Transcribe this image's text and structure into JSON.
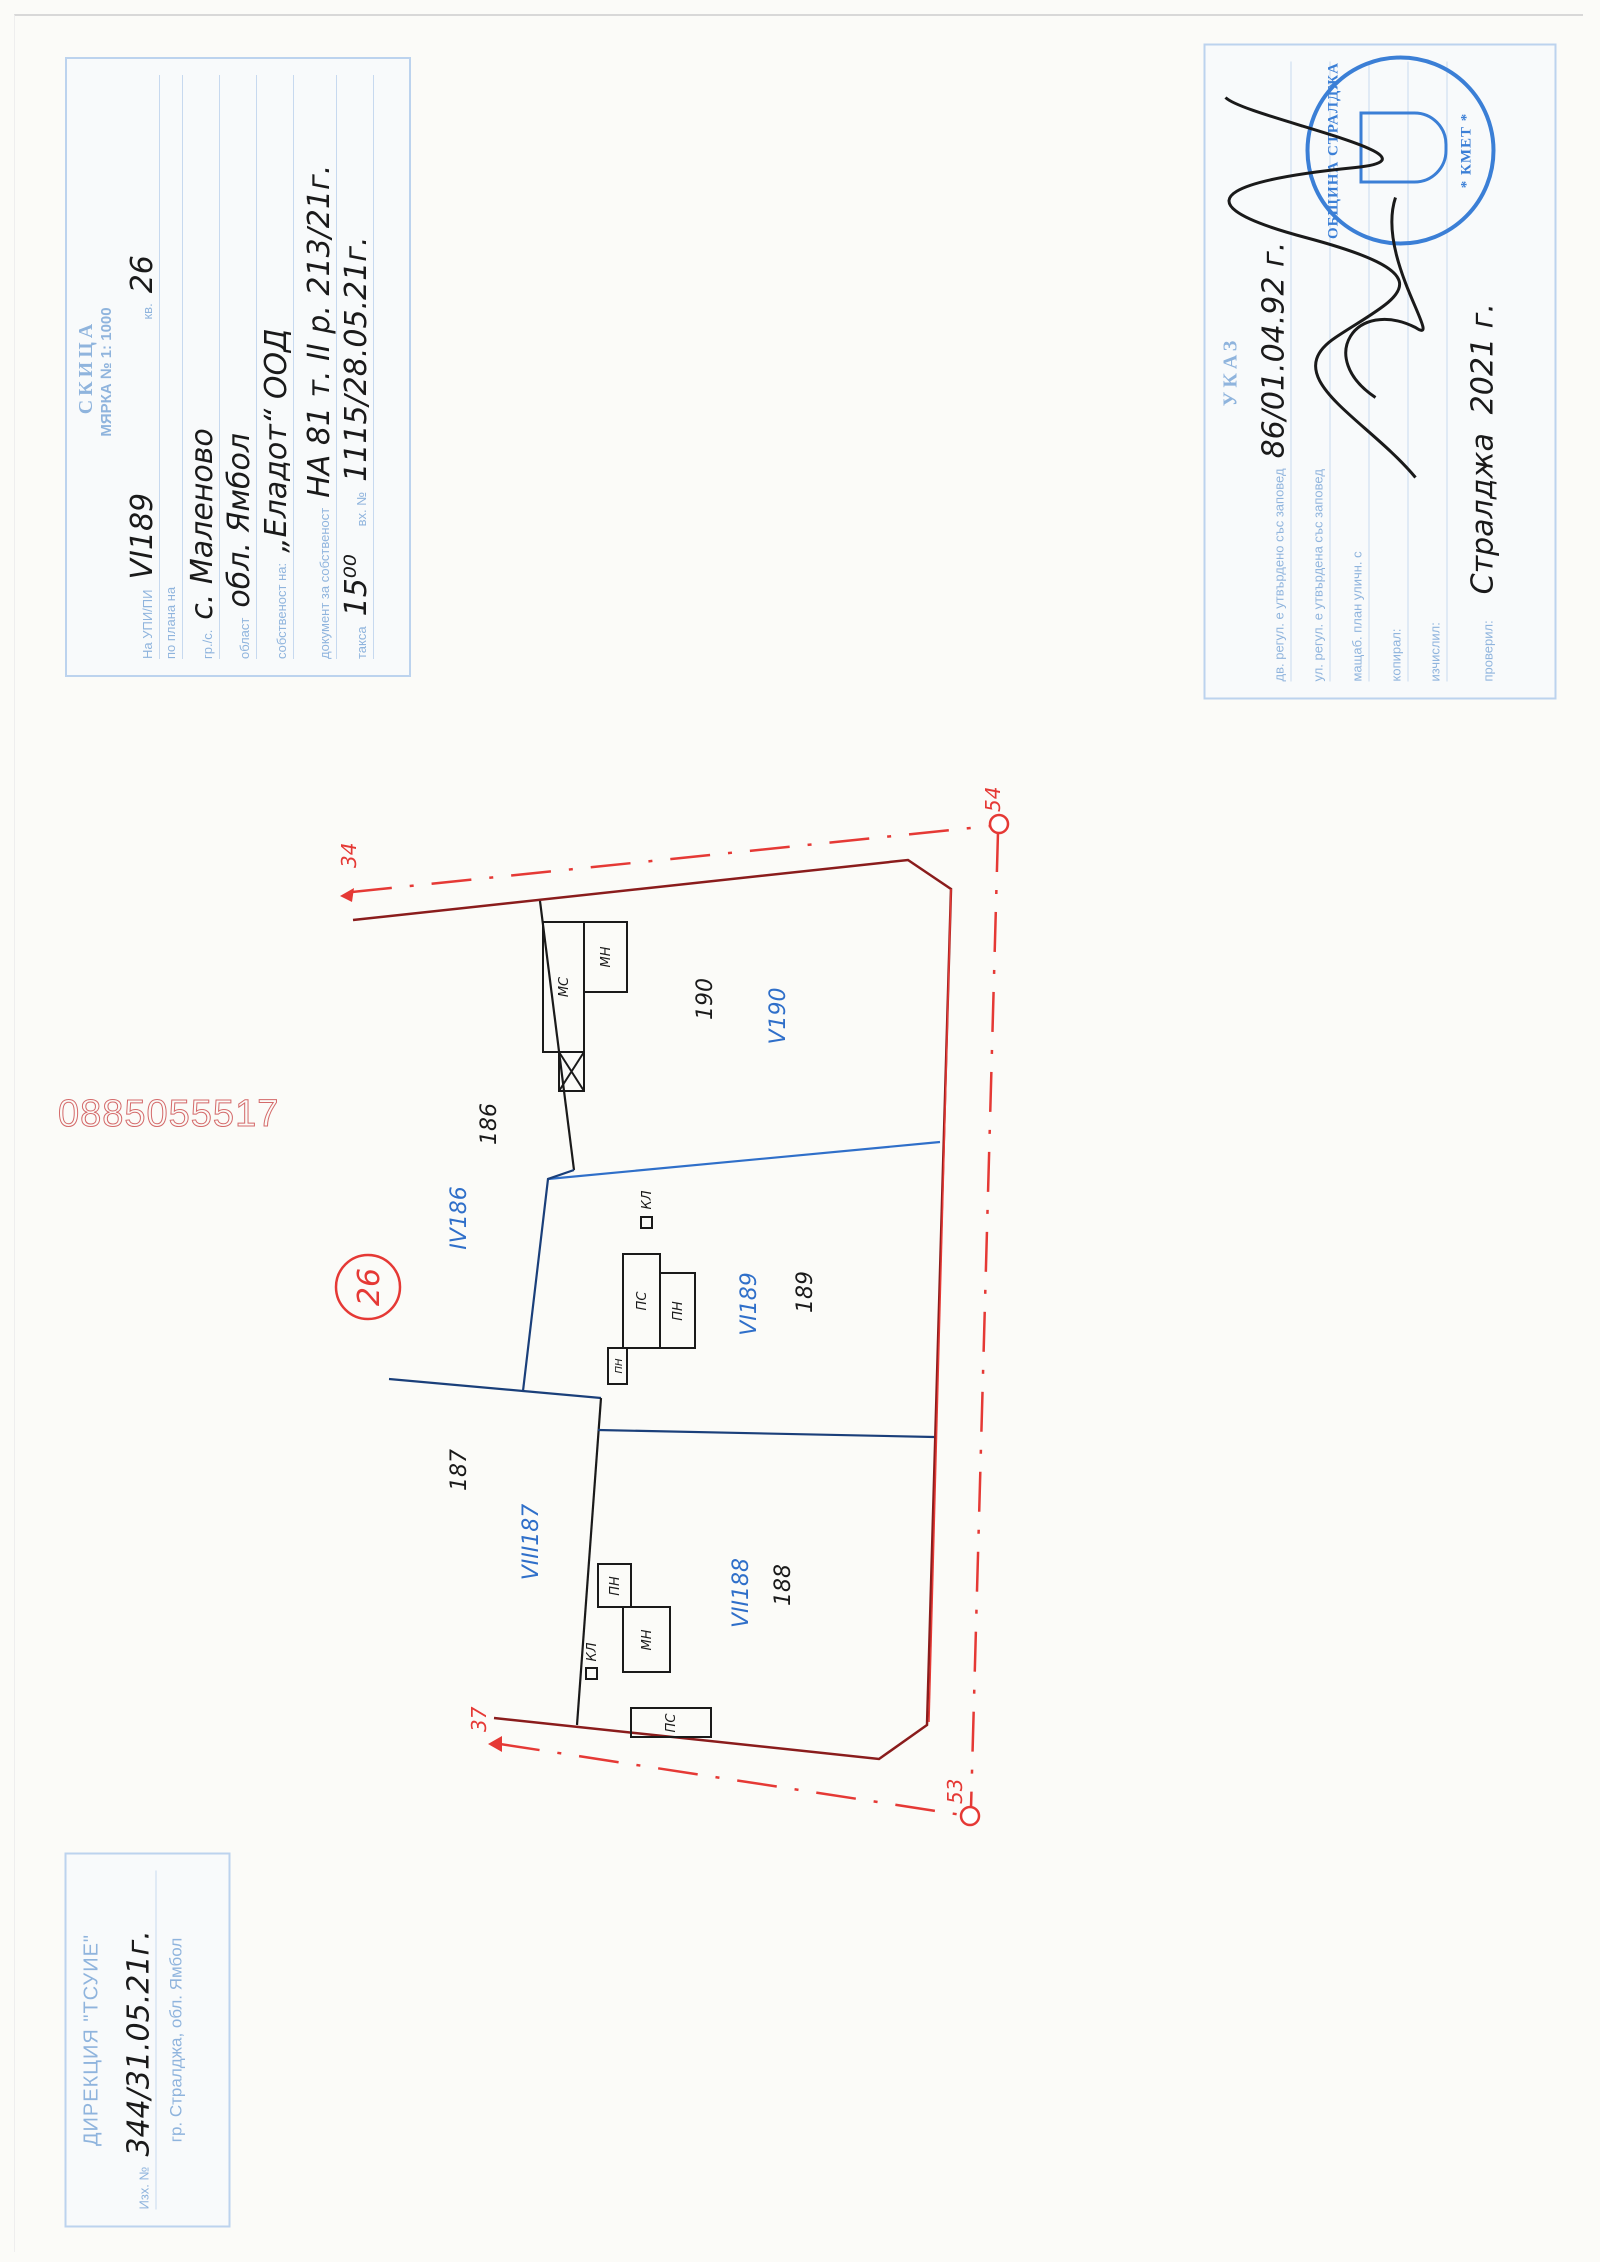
{
  "sketch_form": {
    "title": "СКИЦА",
    "scale_label": "МЯРКА № 1: 1000",
    "block_label": "кв.",
    "block_value": "26",
    "upi_label": "На УПИ/ПИ",
    "upi_value": "VI189",
    "plan_label": "по плана на",
    "town_label": "гр./с.",
    "town_value": "с. Маленово",
    "region_label": "област",
    "region_value": "обл. Ямбол",
    "owner_label": "собственост на:",
    "owner_value": "„Еладот“ ООД",
    "doc_label": "документ за собственост",
    "doc_value": "НА 81 т. II р. 213/21г.",
    "fee_label": "такса",
    "fee_value": "15⁰⁰",
    "incoming_label": "вх. №",
    "incoming_value": "1115/28.05.21г."
  },
  "decree_form": {
    "title": "УКАЗ",
    "row1_label": "дв. регул. е утвърдено със заповед",
    "row1_value": "86/01.04.92 г.",
    "row2_label": "ул. регул. е утвърдена със заповед",
    "row3_label": "мащаб. план уличн. с",
    "row4_label": "копирал:",
    "row5_label": "изчислил:",
    "row6_label": "проверил:",
    "place": "Стралджа",
    "year": "2021 г.",
    "stamp_top": "ОБЩИНА СТРАЛДЖА",
    "stamp_bottom": "* КМЕТ *",
    "stamp_color": "#3b7fd6"
  },
  "outgoing_stamp": {
    "title": "ДИРЕКЦИЯ \"ТСУИЕ\"",
    "number_label": "Изх. №",
    "number_value": "344/31.05.21г.",
    "address": "гр. Стралджа, обл. Ямбол"
  },
  "watermark_phone": "0885055517",
  "drawing": {
    "block_number": "26",
    "points": {
      "p34": "34",
      "p54": "54",
      "p37": "37",
      "p53": "53"
    },
    "lots": {
      "l190_num": "190",
      "l190_upi": "V190",
      "l186_num": "186",
      "l186_upi": "IV186",
      "l189_num": "189",
      "l189_upi": "VI189",
      "l187_num": "187",
      "l187_upi": "VIII187",
      "l188_num": "188",
      "l188_upi": "VII188"
    },
    "buildings": {
      "ms": "МС",
      "mn_190": "МН",
      "ps_189": "ПС",
      "pn_189": "ПН",
      "pn_189_small": "ПН",
      "kl_189": "КЛ",
      "pn_188": "ПН",
      "mn_188": "МН",
      "kl_188": "КЛ",
      "ps_188": "ПС"
    },
    "colors": {
      "regulation": "#e53935",
      "existing": "#1a1a1a",
      "property": "#2f6fc9"
    }
  }
}
